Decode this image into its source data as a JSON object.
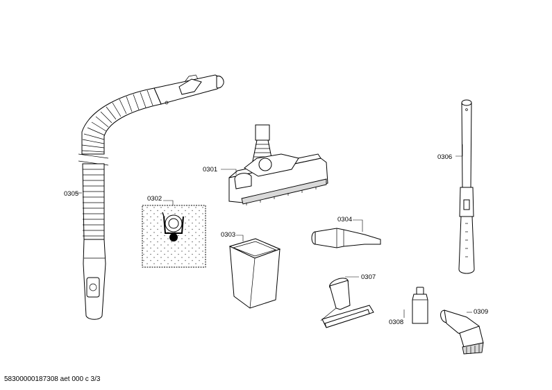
{
  "parts": [
    {
      "id": "0301",
      "name": "floor-nozzle"
    },
    {
      "id": "0302",
      "name": "dust-bag"
    },
    {
      "id": "0303",
      "name": "container"
    },
    {
      "id": "0304",
      "name": "crevice-nozzle"
    },
    {
      "id": "0305",
      "name": "suction-hose"
    },
    {
      "id": "0306",
      "name": "telescopic-tube"
    },
    {
      "id": "0307",
      "name": "upholstery-nozzle"
    },
    {
      "id": "0308",
      "name": "bottle"
    },
    {
      "id": "0309",
      "name": "brush-nozzle"
    }
  ],
  "footer": "58300000187308 aet 000 c 3/3"
}
